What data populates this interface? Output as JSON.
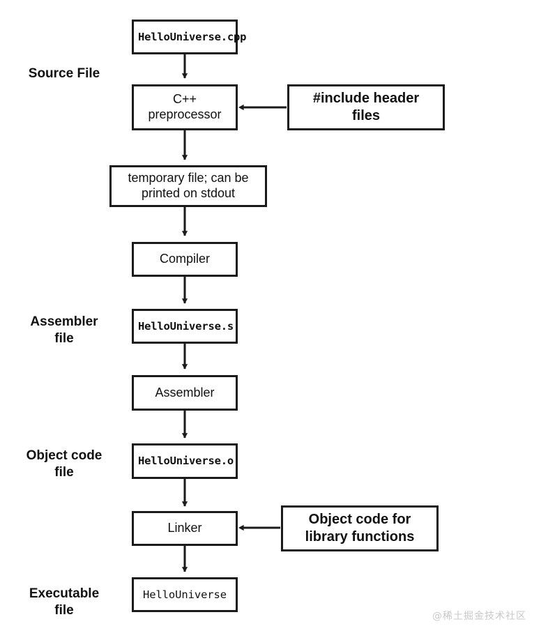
{
  "diagram": {
    "title": "C++ compilation pipeline",
    "colors": {
      "stroke": "#1a1a1a",
      "fill": "#ffffff",
      "text": "#111111",
      "watermark": "#c9c9c9"
    },
    "row_labels": [
      {
        "id": "source-file",
        "line1": "Source File",
        "line2": ""
      },
      {
        "id": "assembler-file",
        "line1": "Assembler",
        "line2": "file"
      },
      {
        "id": "object-code-file",
        "line1": "Object code",
        "line2": "file"
      },
      {
        "id": "executable-file",
        "line1": "Executable",
        "line2": "file"
      }
    ],
    "nodes": [
      {
        "id": "hello-universe-cpp",
        "line1": "HelloUniverse.cpp",
        "line2": "",
        "kind": "file"
      },
      {
        "id": "cpp-preprocessor",
        "line1": "C++",
        "line2": "preprocessor",
        "kind": "stage"
      },
      {
        "id": "temporary-file",
        "line1": "temporary file; can be",
        "line2": "printed on stdout",
        "kind": "stage"
      },
      {
        "id": "compiler",
        "line1": "Compiler",
        "line2": "",
        "kind": "stage"
      },
      {
        "id": "hello-universe-s",
        "line1": "HelloUniverse.s",
        "line2": "",
        "kind": "file"
      },
      {
        "id": "assembler",
        "line1": "Assembler",
        "line2": "",
        "kind": "stage"
      },
      {
        "id": "hello-universe-o",
        "line1": "HelloUniverse.o",
        "line2": "",
        "kind": "file"
      },
      {
        "id": "linker",
        "line1": "Linker",
        "line2": "",
        "kind": "stage"
      },
      {
        "id": "hello-universe",
        "line1": "HelloUniverse",
        "line2": "",
        "kind": "file-thin"
      },
      {
        "id": "include-header-files",
        "line1": "#include header",
        "line2": "files",
        "kind": "side"
      },
      {
        "id": "object-code-library",
        "line1": "Object code for",
        "line2": "library functions",
        "kind": "side"
      }
    ],
    "watermark": "@稀土掘金技术社区"
  }
}
